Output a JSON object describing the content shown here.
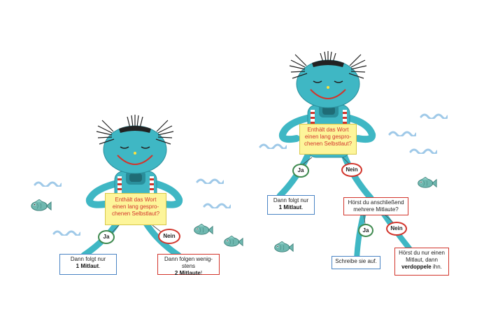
{
  "colors": {
    "body": "#3fb7c4",
    "body_dark": "#2a8f9c",
    "hair": "#222222",
    "mouth": "#d2352c",
    "nose": "#ffe23a",
    "note": "#fdf59a",
    "stripe_red": "#d2352c",
    "wave": "#9fc9e8",
    "fish": "#6fb8b0",
    "yes_border": "#3f8a4f",
    "no_border": "#d2352c",
    "info_border": "#4a84c4"
  },
  "left_robot": {
    "question": "Enthält das Wort einen lang gespro-chenen Selbstlaut?",
    "yes_label": "Ja",
    "no_label": "Nein",
    "yes_result_1": "Dann folgt nur",
    "yes_result_2": "1 Mitlaut",
    "yes_result_3": ".",
    "no_result_1": "Dann folgen wenig-stens",
    "no_result_2": "2 Mitlaute",
    "no_result_3": "!"
  },
  "right_robot": {
    "question": "Enthält das Wort einen lang gespro-chenen Selbstlaut?",
    "yes_label": "Ja",
    "no_label": "Nein",
    "yes_result_1": "Dann folgt nur",
    "yes_result_2": "1 Mitlaut",
    "yes_result_3": ".",
    "follow_question": "Hörst du anschließend mehrere Mitlaute?",
    "follow_yes_label": "Ja",
    "follow_no_label": "Nein",
    "follow_yes_result": "Schreibe sie auf.",
    "follow_no_result_1": "Hörst du nur einen Mitlaut, dann",
    "follow_no_result_2": "verdoppele",
    "follow_no_result_3": "ihn."
  }
}
